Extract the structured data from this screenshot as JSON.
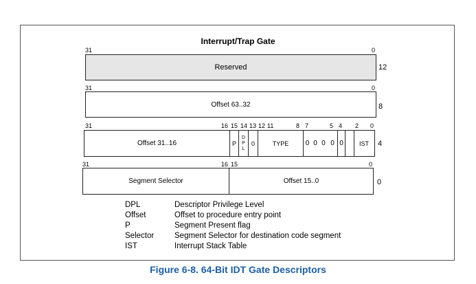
{
  "diagram": {
    "title": "Interrupt/Trap Gate",
    "rows": [
      {
        "bits_left": "31",
        "bits_right": "0",
        "fields": [
          "Reserved"
        ],
        "offset": "12"
      },
      {
        "bits_left": "31",
        "bits_right": "0",
        "fields": [
          "Offset 63..32"
        ],
        "offset": "8"
      },
      {
        "bits_left": "31",
        "bits_right": "0",
        "bit_labels": [
          "16",
          "15",
          "14",
          "13",
          "12",
          "11",
          "8",
          "7",
          "5",
          "4",
          "2",
          "0"
        ],
        "fields": [
          "Offset 31..16",
          "P",
          "D",
          "P",
          "L",
          "0",
          "TYPE",
          "0",
          "0",
          "0",
          "0",
          "0",
          "IST"
        ],
        "offset": "4"
      },
      {
        "bits_left": "31",
        "bits_right": "0",
        "bit_labels": [
          "16",
          "15"
        ],
        "fields": [
          "Segment Selector",
          "Offset 15..0"
        ],
        "offset": "0"
      }
    ]
  },
  "legend": [
    {
      "term": "DPL",
      "desc": "Descriptor Privilege Level"
    },
    {
      "term": "Offset",
      "desc": "Offset to procedure entry point"
    },
    {
      "term": "P",
      "desc": "Segment Present flag"
    },
    {
      "term": "Selector",
      "desc": "Segment Selector for destination code segment"
    },
    {
      "term": "IST",
      "desc": "Interrupt Stack Table"
    }
  ],
  "caption": "Figure 6-8.  64-Bit IDT Gate Descriptors",
  "colors": {
    "caption": "#1c5ea6",
    "reserved_fill": "#e6e6e6"
  }
}
